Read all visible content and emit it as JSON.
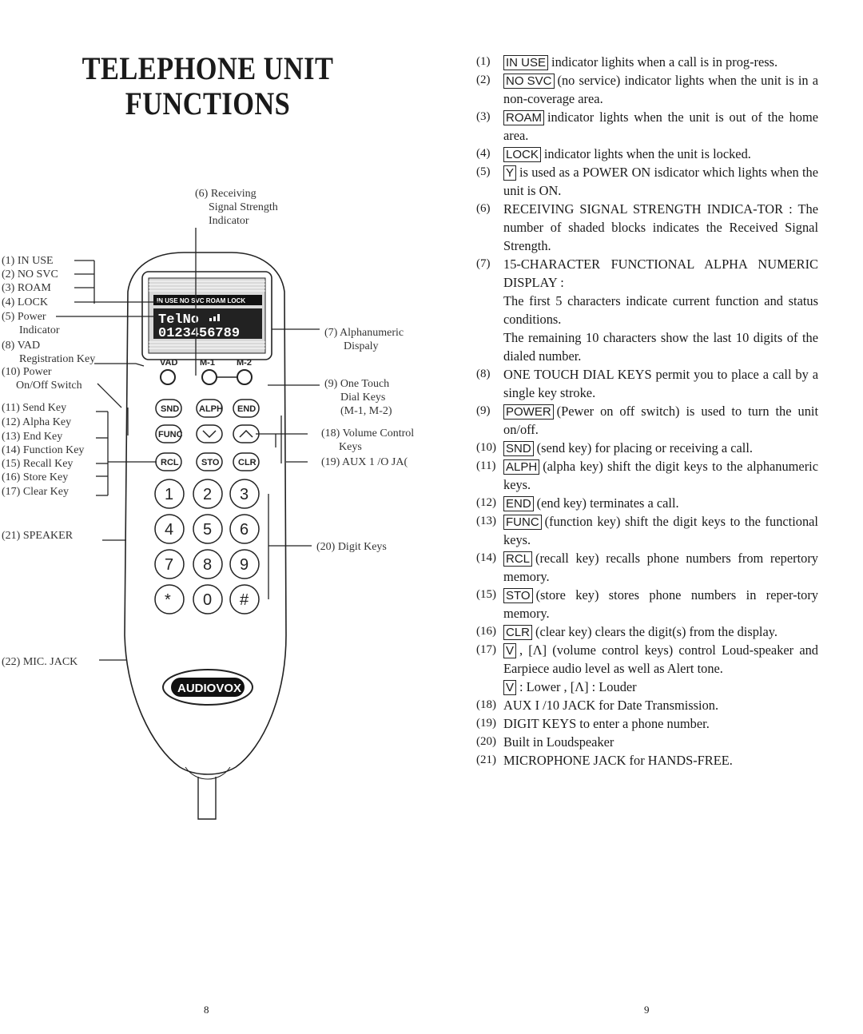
{
  "title": {
    "line1": "TELEPHONE UNIT",
    "line2": "FUNCTIONS"
  },
  "labels": {
    "receiving": [
      "(6) Receiving",
      "Signal Strength",
      "Indicator"
    ],
    "in_use": "(1) IN USE",
    "no_svc": "(2) NO SVC",
    "roam": "(3) ROAM",
    "lock": "(4) LOCK",
    "power_ind": [
      "(5) Power",
      "Indicator"
    ],
    "vad": "(8) VAD",
    "registration": "Registration Key",
    "power_switch": [
      "(10) Power",
      "On/Off Switch"
    ],
    "send": "(11) Send Key",
    "alpha": "(12) Alpha Key",
    "end": "(13) End Key",
    "function": "(14) Function Key",
    "recall": "(15) Recall Key",
    "store": "(16) Store Key",
    "clear": "(17) Clear Key",
    "speaker": "(21) SPEAKER",
    "mic": "(22) MIC. JACK",
    "alphanumeric": [
      "(7) Alphanumeric",
      "Dispaly"
    ],
    "one_touch": [
      "(9) One Touch",
      "Dial Keys",
      "(M-1, M-2)"
    ],
    "volume": [
      "(18) Volume Control",
      "Keys"
    ],
    "aux": "(19) AUX 1 /O JA(",
    "digit_keys": "(20) Digit Keys"
  },
  "phone": {
    "status_row": [
      "IN USE",
      "NO SVC",
      "ROAM",
      "LOCK"
    ],
    "display_line1": "TelNo",
    "display_line2": "0123456789",
    "under_display": [
      "VAD",
      "M-1",
      "M-2"
    ],
    "keys": [
      "SND",
      "ALPH",
      "END",
      "FUNC",
      "V",
      "Λ",
      "RCL",
      "STO",
      "CLR"
    ],
    "digits": [
      "1",
      "2",
      "3",
      "4",
      "5",
      "6",
      "7",
      "8",
      "9",
      "*",
      "0",
      "#"
    ],
    "brand": "AUDIOVOX"
  },
  "items": [
    {
      "num": "(1)",
      "tag": "IN USE",
      "text": "indicator lighits when a call is in prog-ress."
    },
    {
      "num": "(2)",
      "tag": "NO SVC",
      "text": "(no service) indicator lights when the unit is in a non-coverage area."
    },
    {
      "num": "(3)",
      "tag": "ROAM",
      "text": "indicator lights when the unit is out of the home area."
    },
    {
      "num": "(4)",
      "tag": "LOCK",
      "text": "indicator lights when the unit is locked."
    },
    {
      "num": "(5)",
      "tag": "Y",
      "text": "is used as a POWER ON isdicator which lights when the unit is ON."
    },
    {
      "num": "(6)",
      "tag": "",
      "text": "RECEIVING SIGNAL STRENGTH INDICA-TOR : The number of shaded blocks indicates the Received Signal Strength."
    },
    {
      "num": "(7)",
      "tag": "",
      "text": "15-CHARACTER FUNCTIONAL ALPHA NUMERIC DISPLAY :"
    },
    {
      "num": "",
      "tag": "",
      "text": "The first 5 characters indicate current function and status conditions."
    },
    {
      "num": "",
      "tag": "",
      "text": "The remaining 10 characters show the last 10 digits of the dialed number."
    },
    {
      "num": "(8)",
      "tag": "",
      "text": "ONE TOUCH DIAL KEYS permit you to place a call by a single key stroke."
    },
    {
      "num": "(9)",
      "tag": "POWER",
      "text": "(Pewer on off switch) is used to turn the unit on/off."
    },
    {
      "num": "(10)",
      "tag": "SND",
      "text": "(send key) for placing or receiving a call."
    },
    {
      "num": "(11)",
      "tag": "ALPH",
      "text": "(alpha key) shift the digit keys to the alphanumeric keys."
    },
    {
      "num": "(12)",
      "tag": "END",
      "text": "(end key) terminates a call."
    },
    {
      "num": "(13)",
      "tag": "FUNC",
      "text": "(function key) shift the digit keys to the functional keys."
    },
    {
      "num": "(14)",
      "tag": "RCL",
      "text": "(recall key) recalls phone numbers from repertory memory."
    },
    {
      "num": "(15)",
      "tag": "STO",
      "text": "(store key) stores phone numbers in reper-tory memory."
    },
    {
      "num": "(16)",
      "tag": "CLR",
      "text": "(clear key) clears the digit(s) from the display."
    },
    {
      "num": "(17)",
      "tag": "V",
      "text": ", [Λ] (volume control keys) control Loud-speaker and Earpiece audio level as well as Alert tone."
    },
    {
      "num": "",
      "tag": "V",
      "text": ": Lower , [Λ] : Louder"
    },
    {
      "num": "(18)",
      "tag": "",
      "text": "AUX I /10 JACK for Date Transmission."
    },
    {
      "num": "(19)",
      "tag": "",
      "text": "DIGIT KEYS to enter a phone number."
    },
    {
      "num": "(20)",
      "tag": "",
      "text": "Built in Loudspeaker"
    },
    {
      "num": "(21)",
      "tag": "",
      "text": "MICROPHONE JACK for HANDS-FREE."
    }
  ],
  "page_numbers": {
    "left": "8",
    "right": "9"
  }
}
